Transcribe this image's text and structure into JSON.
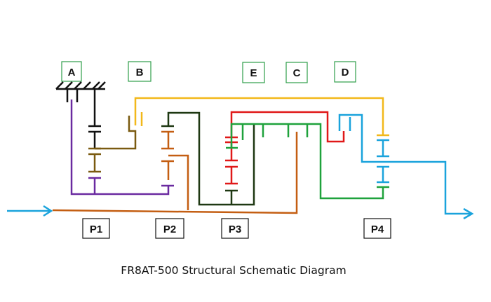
{
  "caption": "FR8AT-500 Structural Schematic Diagram",
  "clutch_labels": {
    "a": "A",
    "b": "B",
    "c": "C",
    "d": "D",
    "e": "E"
  },
  "planetary_labels": {
    "p1": "P1",
    "p2": "P2",
    "p3": "P3",
    "p4": "P4"
  },
  "colors": {
    "clutch_box_border": "#2e9e4a",
    "label_box_border": "#111111",
    "input_output": "#1aa3dc",
    "input_shaft": "#c45e12",
    "brake_a": "#6a2aa0",
    "clutch_b": "#7a5a10",
    "ring_p2": "#1e3812",
    "ring_p3": "#e01818",
    "clutch_c": "#1fa23c",
    "clutch_d": "#f2b81a",
    "housing": "#111111"
  }
}
